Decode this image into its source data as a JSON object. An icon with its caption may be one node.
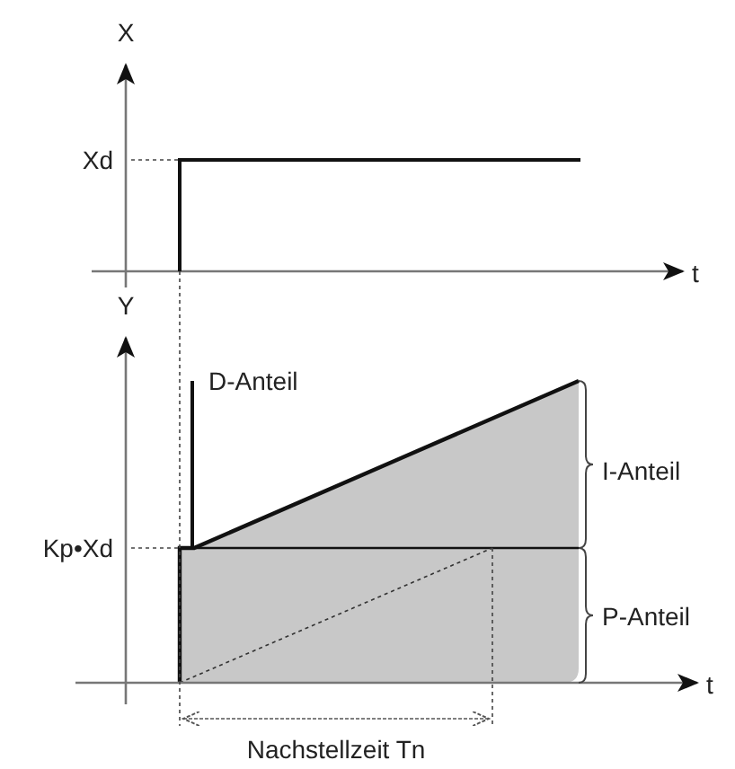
{
  "diagram": {
    "labels": [
      "X",
      "Xd",
      "t",
      "Y",
      "D-Anteil",
      "I-Anteil",
      "Kp•Xd",
      "P-Anteil",
      "t",
      "Nachstellzeit Tn"
    ]
  }
}
